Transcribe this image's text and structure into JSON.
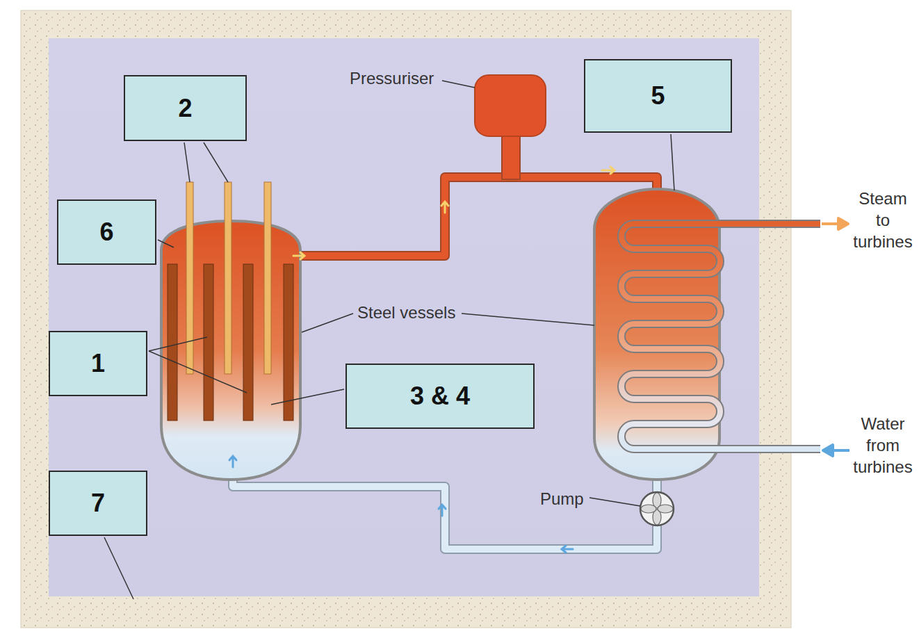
{
  "diagram": {
    "nodes": [
      {
        "text": [
          "2"
        ]
      },
      {
        "text": [
          "5"
        ]
      },
      {
        "text": [
          "6"
        ]
      },
      {
        "text": [
          "1"
        ]
      },
      {
        "text": [
          "3 & 4"
        ]
      },
      {
        "text": [
          "7"
        ]
      }
    ],
    "labels": [
      "Pressuriser",
      "Steel vessels",
      "Steam to turbines",
      "Water from turbines",
      "Pump"
    ]
  }
}
